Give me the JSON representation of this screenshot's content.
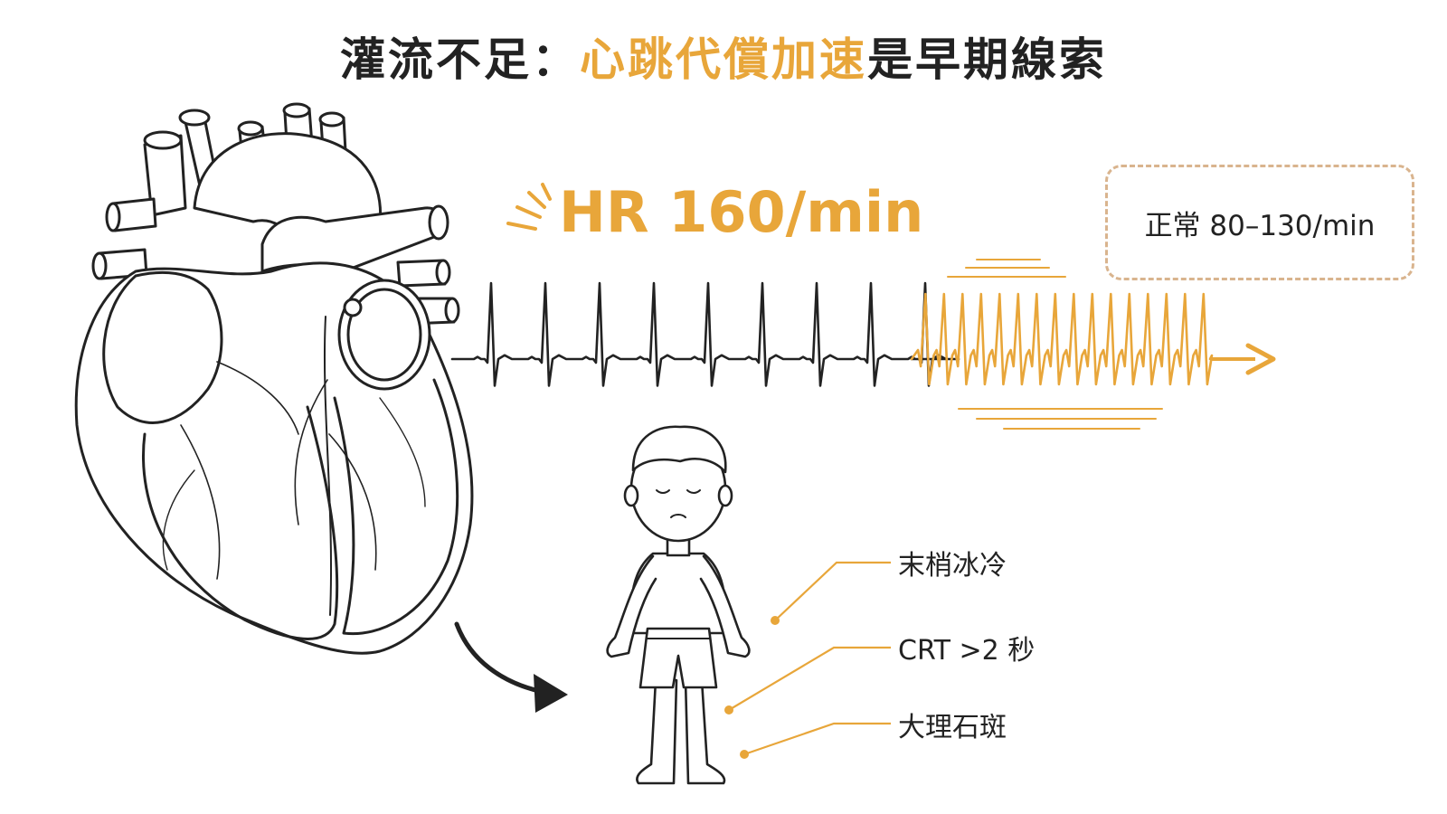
{
  "title": {
    "part1": "灌流不足：",
    "part2": "心跳代償加速",
    "part3": "是早期線索"
  },
  "heart_rate": {
    "label": "HR 160/min"
  },
  "normal_range": {
    "label": "正常 80–130/min"
  },
  "symptoms": [
    {
      "label": "末梢冰冷"
    },
    {
      "label": "CRT >2 秒"
    },
    {
      "label": "大理石斑"
    }
  ],
  "icons": [
    "heart-illustration-icon",
    "child-figure-icon",
    "ecg-trace-icon",
    "arrow-right-icon",
    "curved-arrow-icon"
  ],
  "colors": {
    "accent": "#E8A63A",
    "ink": "#222222",
    "dashed_border": "#D9B48E"
  }
}
